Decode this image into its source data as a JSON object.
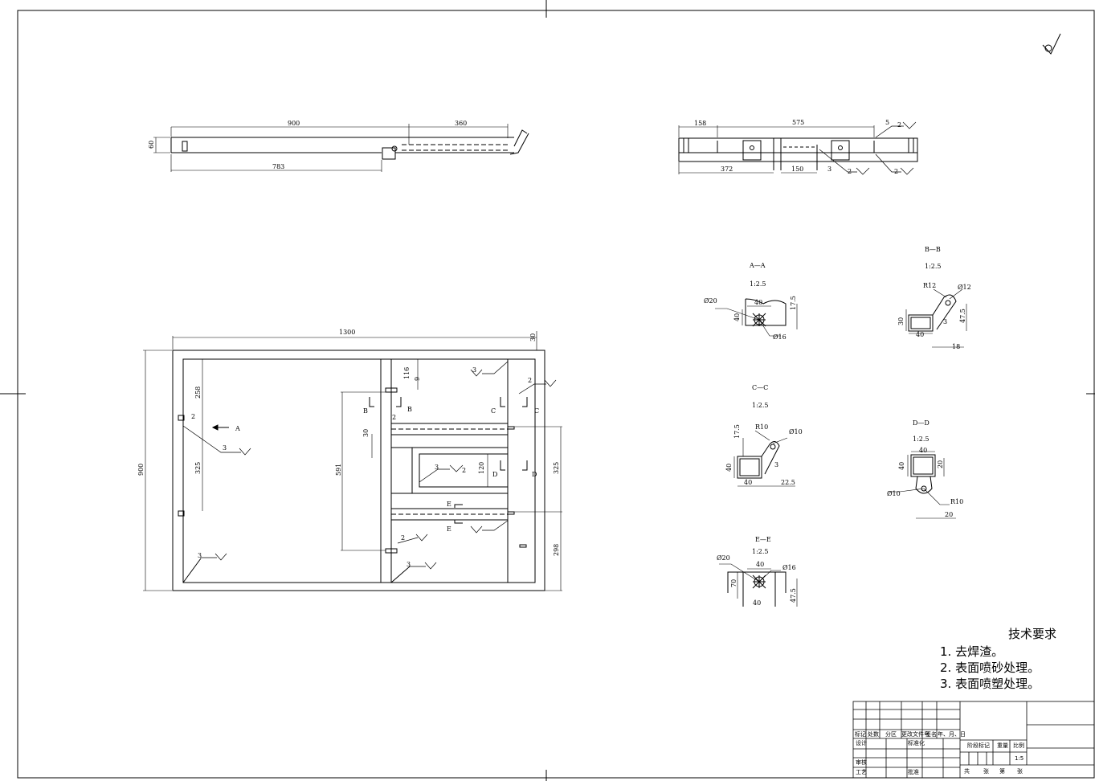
{
  "top_left_view": {
    "dims": [
      "900",
      "360",
      "783",
      "60"
    ]
  },
  "top_right_view": {
    "dims": [
      "158",
      "575",
      "5",
      "372",
      "150",
      "3"
    ],
    "weld_sizes": [
      "2",
      "2",
      "2"
    ]
  },
  "plan_view": {
    "dims": [
      "1300",
      "30",
      "900",
      "258",
      "325",
      "116",
      "9",
      "591",
      "30",
      "120",
      "325",
      "298"
    ],
    "section_letters": [
      "A",
      "B",
      "B",
      "C",
      "C",
      "D",
      "D",
      "E",
      "E"
    ],
    "weld_sizes": [
      "3",
      "2",
      "2",
      "2",
      "3",
      "2",
      "3",
      "3",
      "2",
      "3"
    ]
  },
  "sections": {
    "aa": {
      "title": "A—A",
      "scale": "1:2.5",
      "dims": [
        "Ø20",
        "40",
        "40",
        "17.5",
        "Ø16"
      ]
    },
    "bb": {
      "title": "B—B",
      "scale": "1:2.5",
      "dims": [
        "R12",
        "Ø12",
        "30",
        "40",
        "47.5",
        "3",
        "18"
      ]
    },
    "cc": {
      "title": "C—C",
      "scale": "1:2.5",
      "dims": [
        "R10",
        "Ø10",
        "17.5",
        "40",
        "40",
        "3",
        "22.5"
      ]
    },
    "dd": {
      "title": "D—D",
      "scale": "1:2.5",
      "dims": [
        "40",
        "40",
        "20",
        "Ø10",
        "R10",
        "20"
      ]
    },
    "ee": {
      "title": "E—E",
      "scale": "1:2.5",
      "dims": [
        "Ø20",
        "40",
        "Ø16",
        "70",
        "47.5",
        "40"
      ]
    }
  },
  "tech_requirements": {
    "title": "技术要求",
    "items": [
      "1. 去焊渣。",
      "2. 表面喷砂处理。",
      "3. 表面喷塑处理。"
    ]
  },
  "title_block": {
    "row_labels": [
      "标记",
      "处数",
      "分区",
      "更改文件号",
      "签名",
      "年、月、日"
    ],
    "design": "设计",
    "standardization": "标准化",
    "review": "审核",
    "process": "工艺",
    "approve": "批准",
    "stage_mark": "阶段标记",
    "weight": "重量",
    "scale_label": "比例",
    "scale_value": "1:5",
    "sheets_total": "共",
    "sheets_unit": "张",
    "sheet_no": "第",
    "sheet_unit2": "张"
  }
}
